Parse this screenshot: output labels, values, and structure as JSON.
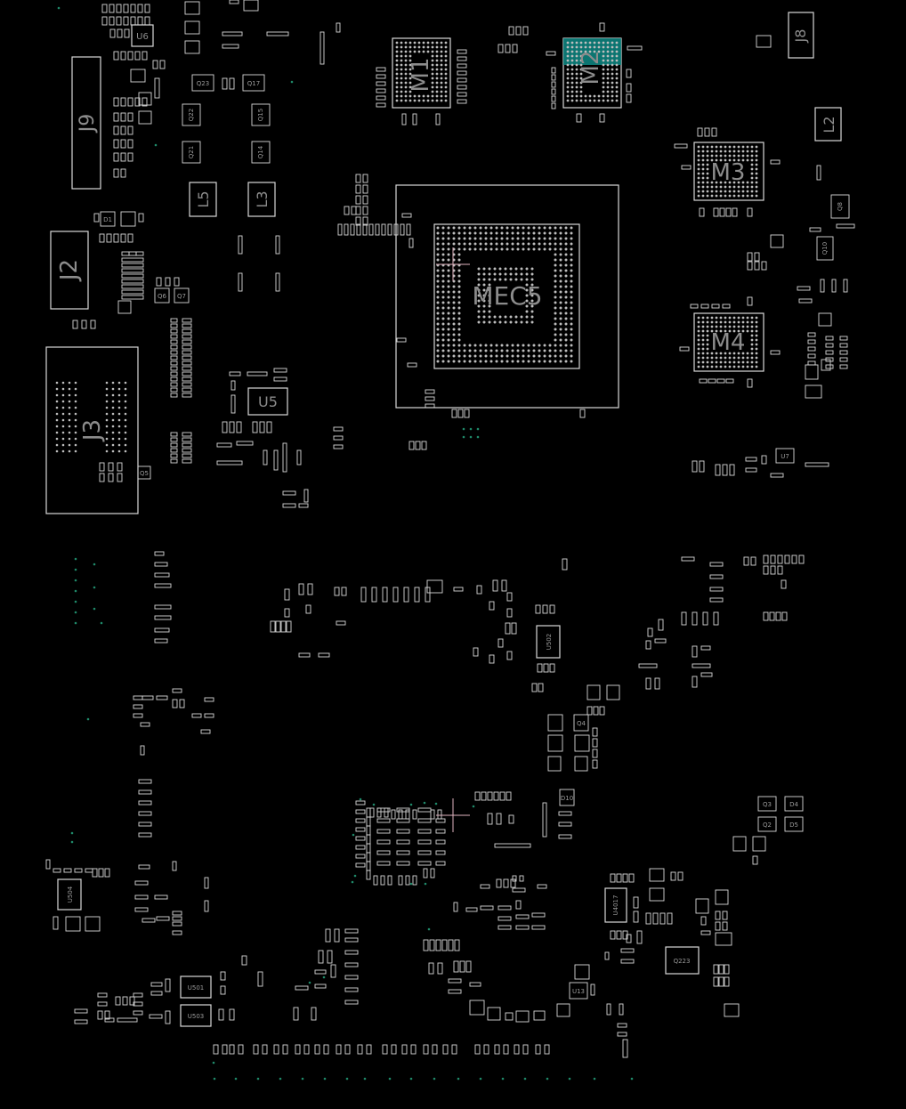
{
  "board": {
    "colors": {
      "background": "#000000",
      "outline": "#d8d8d8",
      "label": "#8c8c8c",
      "ball": "#bdbdbd",
      "highlight": "#0e8a85",
      "test_point": "#1f8a6a",
      "crosshair": "#e0b4c0"
    },
    "components": {
      "mec5": "MEC5",
      "m1": "M1",
      "m2": "M2",
      "m3": "M3",
      "m4": "M4",
      "j2": "J2",
      "j3": "J3",
      "j8": "J8",
      "j9": "J9",
      "l2": "L2",
      "l3": "L3",
      "l5": "L5",
      "u5": "U5",
      "u6": "U6",
      "u501": "U501",
      "u502": "U502",
      "u503": "U503",
      "u504": "U504",
      "u4017": "U4017",
      "q223": "Q223",
      "q23": "Q23",
      "q17": "Q17",
      "q22": "Q22",
      "q21": "Q21",
      "q15": "Q15",
      "q14": "Q14",
      "q10": "Q10",
      "q8": "Q8",
      "q6": "Q6",
      "q7": "Q7",
      "q5": "Q5",
      "q4": "Q4",
      "q3": "Q3",
      "q2": "Q2",
      "d1": "D1",
      "d4": "D4",
      "d5": "D5",
      "d10": "D10",
      "u13": "U13",
      "u7": "U7"
    }
  }
}
